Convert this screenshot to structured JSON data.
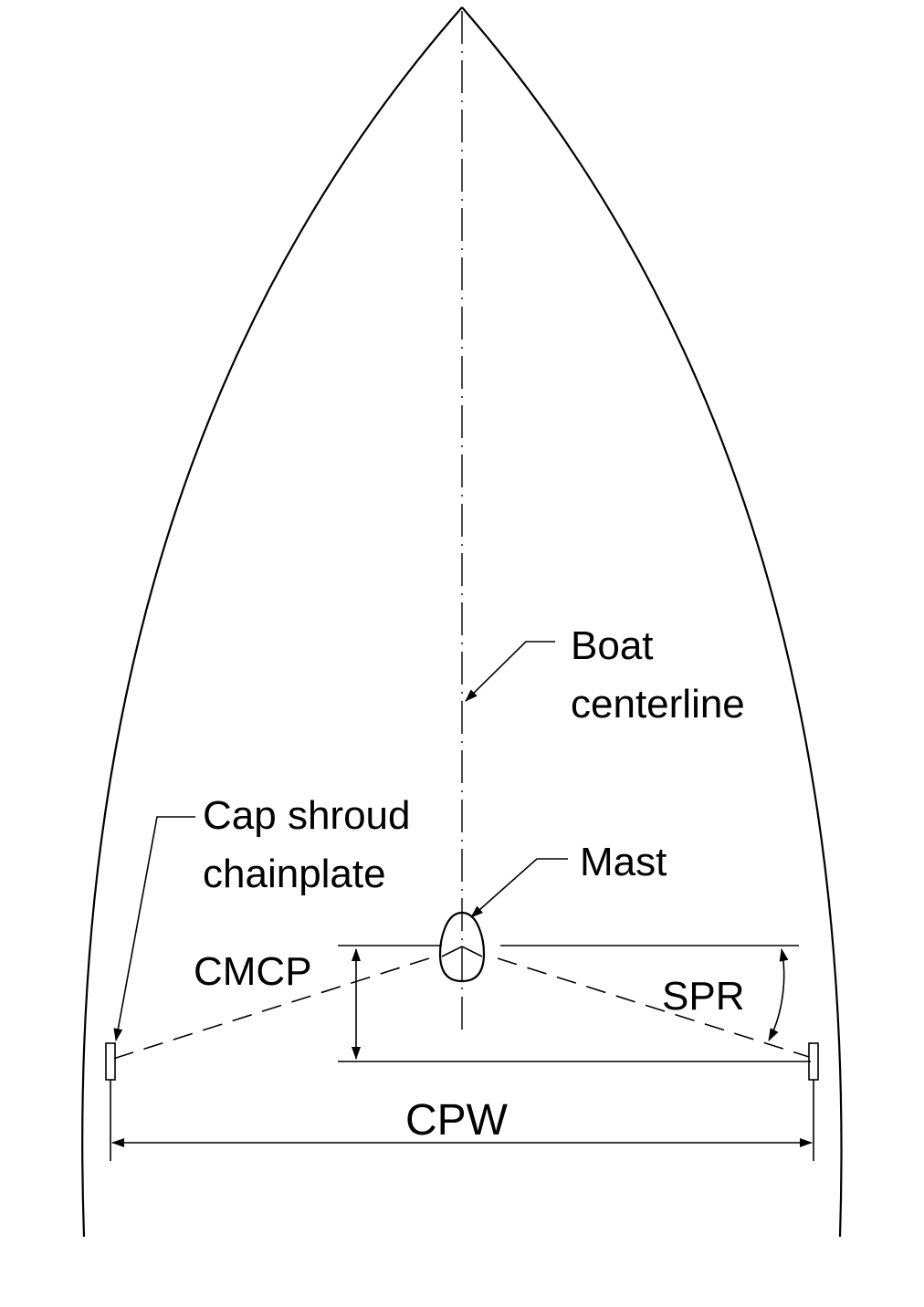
{
  "labels": {
    "boat_centerline_line1": "Boat",
    "boat_centerline_line2": "centerline",
    "cap_shroud_line1": "Cap shroud",
    "cap_shroud_line2": "chainplate",
    "mast": "Mast",
    "cmcp": "CMCP",
    "spr": "SPR",
    "cpw": "CPW"
  }
}
